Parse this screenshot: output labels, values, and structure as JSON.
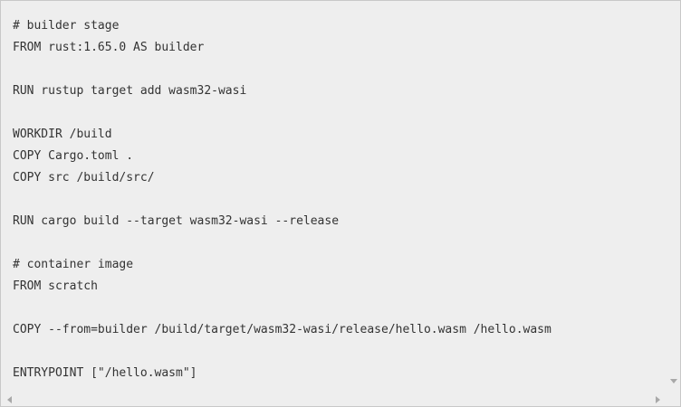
{
  "code": {
    "lines": [
      "# builder stage",
      "FROM rust:1.65.0 AS builder",
      "",
      "RUN rustup target add wasm32-wasi",
      "",
      "WORKDIR /build",
      "COPY Cargo.toml .",
      "COPY src /build/src/",
      "",
      "RUN cargo build --target wasm32-wasi --release",
      "",
      "# container image",
      "FROM scratch",
      "",
      "COPY --from=builder /build/target/wasm32-wasi/release/hello.wasm /hello.wasm",
      "",
      "ENTRYPOINT [\"/hello.wasm\"]"
    ]
  },
  "icons": {
    "vertical_down": "scroll-down-arrow-icon",
    "horizontal_left": "scroll-left-arrow-icon",
    "horizontal_right": "scroll-right-arrow-icon"
  },
  "colors": {
    "background": "#eeeeee",
    "text": "#333333",
    "border": "#c8c8c8",
    "scroll_arrow": "#a8a8a8"
  }
}
